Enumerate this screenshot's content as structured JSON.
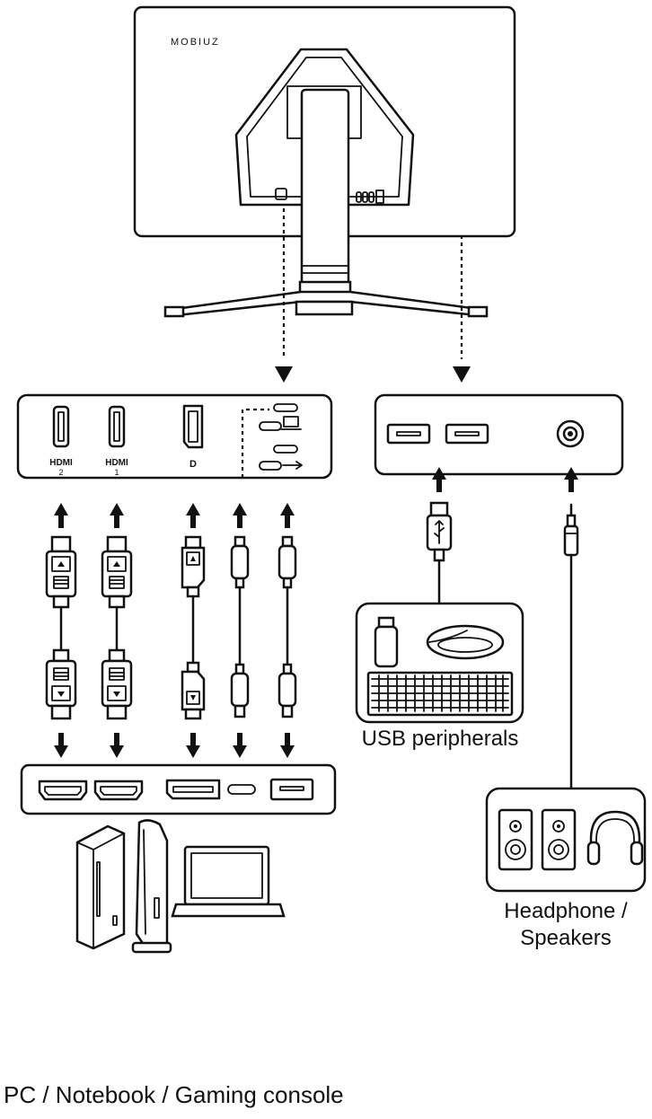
{
  "monitor": {
    "brand_logo": "MOBIUZ",
    "port_labels": {
      "hdmi2": [
        "HDMI",
        "2"
      ],
      "hdmi1": [
        "HDMI",
        "1"
      ],
      "dp": "D"
    }
  },
  "captions": {
    "usb": "USB peripherals",
    "audio_line1": "Headphone /",
    "audio_line2": "Speakers",
    "sources": "PC / Notebook / Gaming console"
  },
  "icons": [
    "monitor-back",
    "hdmi-port",
    "displayport-port",
    "usb-c-port",
    "usb-a-port",
    "audio-jack",
    "hdmi-cable",
    "displayport-cable",
    "usb-c-cable",
    "usb-cable",
    "audio-cable",
    "usb-flash-drive",
    "mouse",
    "keyboard",
    "speaker",
    "headphones",
    "desktop-pc",
    "gaming-console",
    "laptop",
    "arrow-up",
    "arrow-down"
  ]
}
